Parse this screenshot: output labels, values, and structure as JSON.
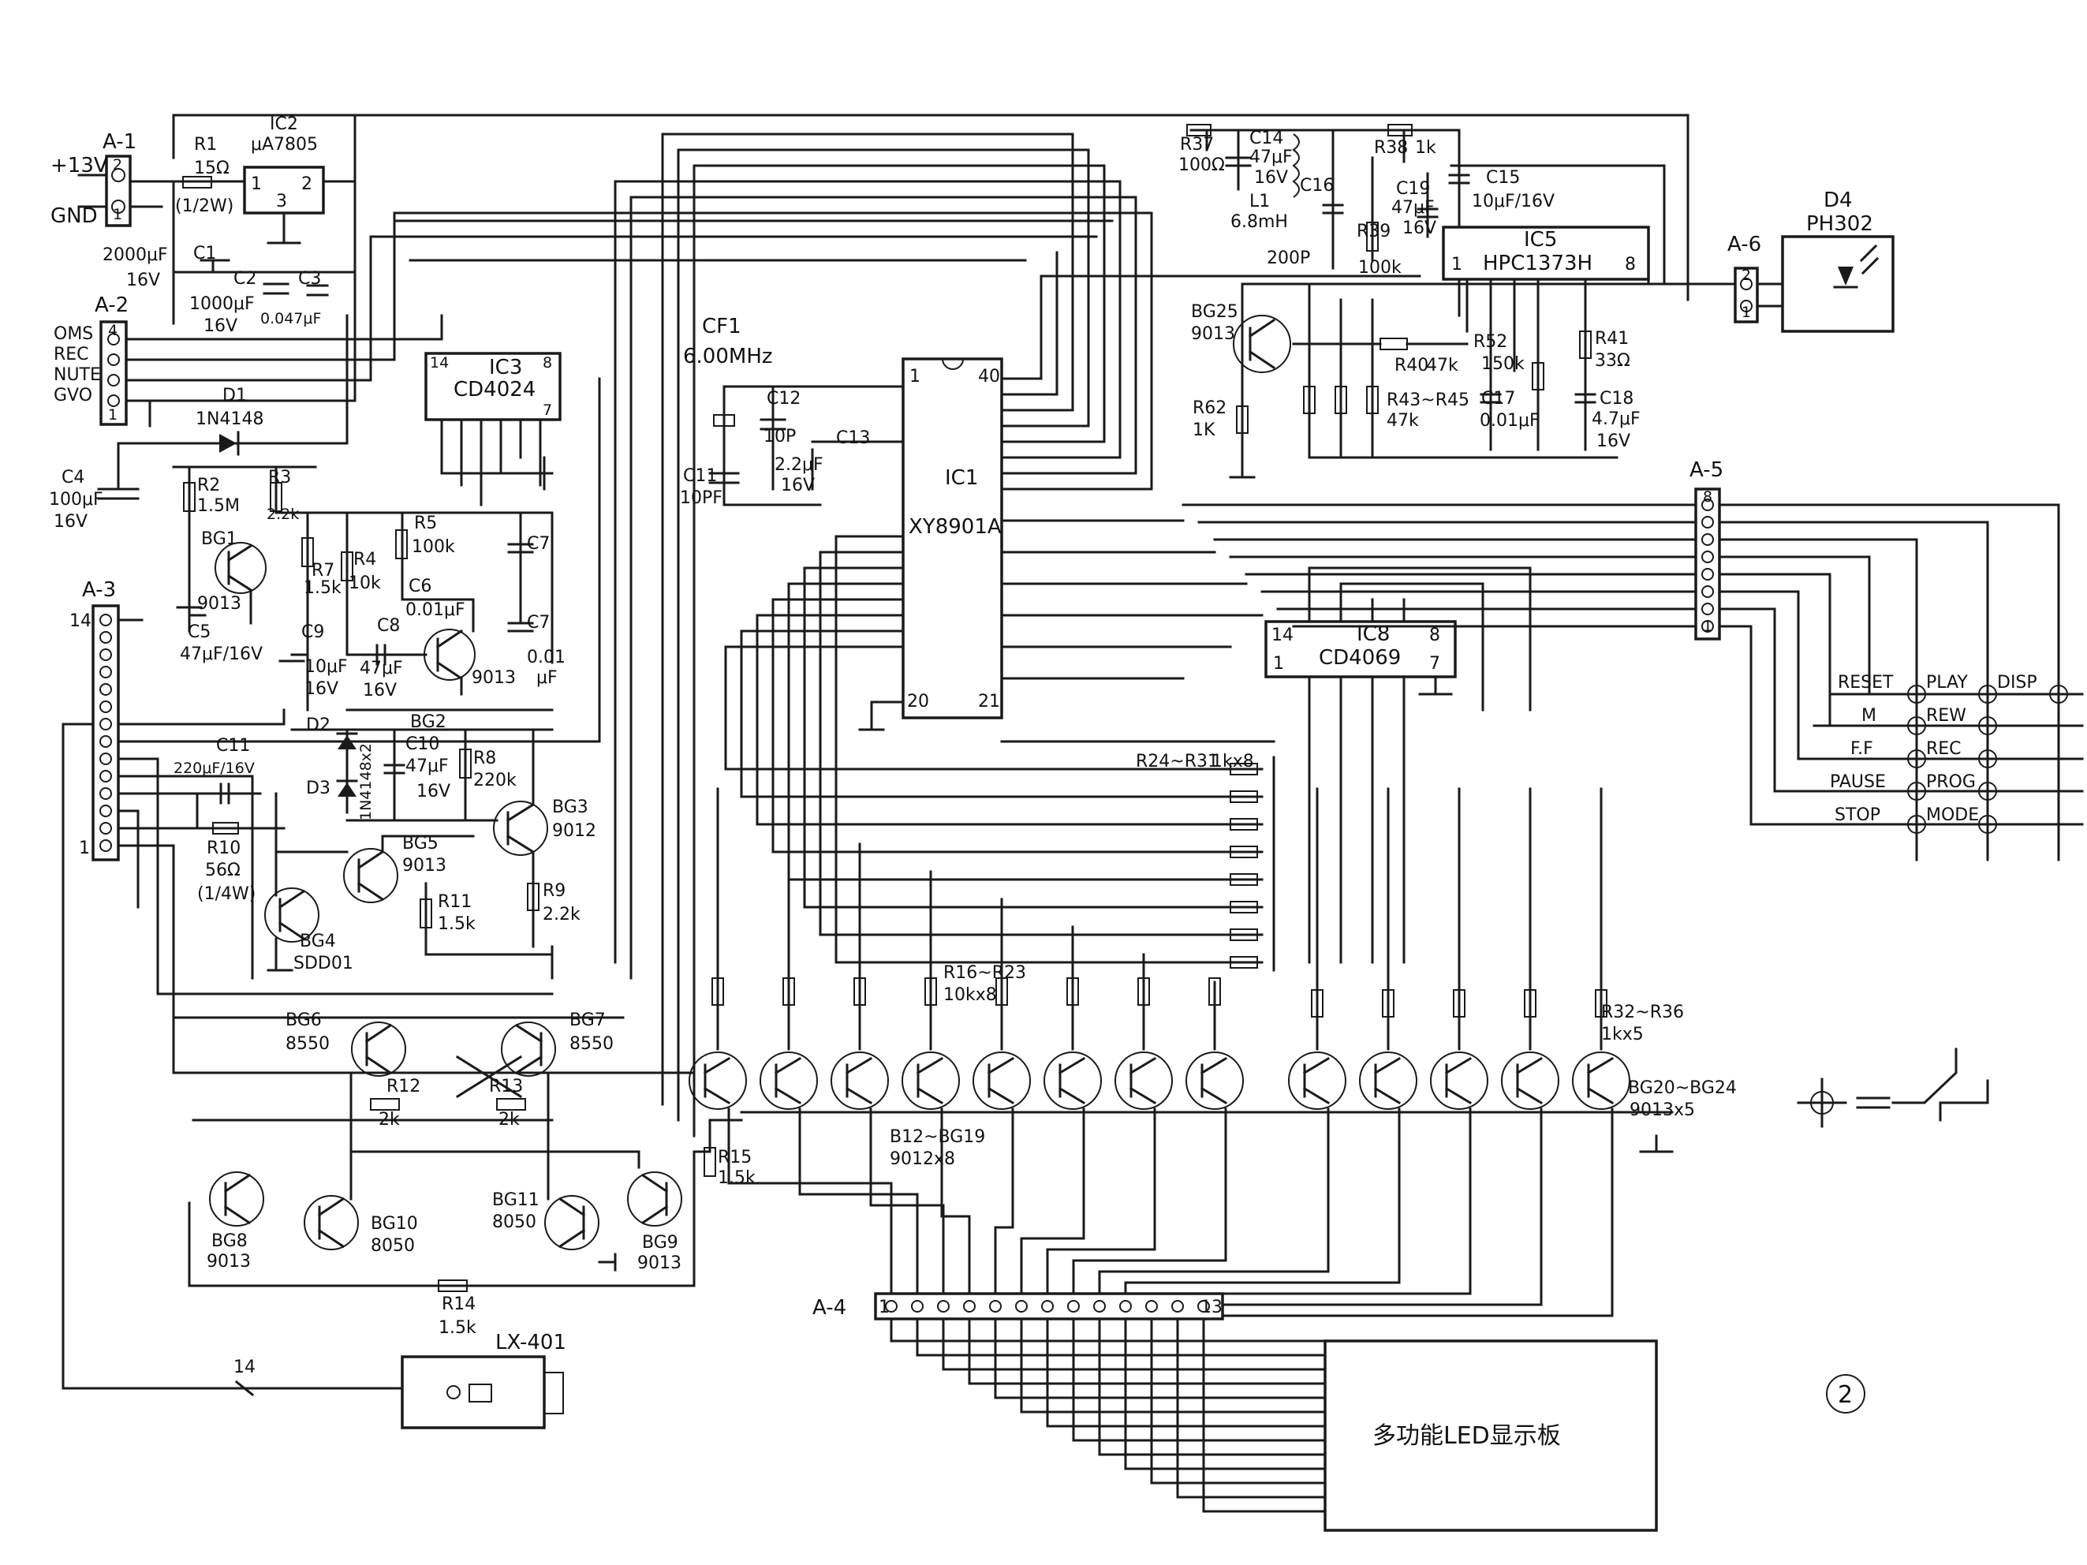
{
  "connectors": {
    "a1": {
      "name": "A-1",
      "pins": [
        "2",
        "1"
      ],
      "labels": [
        "+13V",
        "GND"
      ]
    },
    "a2": {
      "name": "A-2",
      "pins": [
        "4",
        "1"
      ],
      "labels": [
        "OMS",
        "REC",
        "NUTE",
        "GVO"
      ]
    },
    "a3": {
      "name": "A-3",
      "pins": [
        "14",
        "1"
      ]
    },
    "a4": {
      "name": "A-4",
      "pins": [
        "1",
        "13"
      ]
    },
    "a5": {
      "name": "A-5",
      "pins": [
        "8",
        "1"
      ]
    },
    "a6": {
      "name": "A-6",
      "pins": [
        "2",
        "1"
      ]
    }
  },
  "ics": {
    "ic1": {
      "ref": "IC1",
      "part": "XY8901A",
      "pin_tl": "1",
      "pin_tr": "40",
      "pin_bl": "20",
      "pin_br": "21"
    },
    "ic2": {
      "ref": "IC2",
      "part": "μA7805",
      "pin_l": "1",
      "pin_r": "2",
      "pin_b": "3"
    },
    "ic3": {
      "ref": "IC3",
      "part": "CD4024",
      "pin_tl": "14",
      "pin_tr": "8",
      "pin_br": "7"
    },
    "ic5": {
      "ref": "IC5",
      "part": "HPC1373H",
      "pin_l": "1",
      "pin_r": "8"
    },
    "ic8": {
      "ref": "IC8",
      "part": "CD4069",
      "pin_tl": "14",
      "pin_bl": "1",
      "pin_tr": "8",
      "pin_br": "7"
    }
  },
  "components": {
    "r1": {
      "ref": "R1",
      "value": "15Ω",
      "note": "(1/2W)"
    },
    "c1": {
      "ref": "C1",
      "value": "2000μF",
      "rating": "16V"
    },
    "c2": {
      "ref": "C2",
      "value": "1000μF",
      "rating": "16V"
    },
    "c3": {
      "ref": "C3",
      "value": "0.047μF"
    },
    "d1": {
      "ref": "D1",
      "value": "1N4148"
    },
    "c4": {
      "ref": "C4",
      "value": "100μF",
      "rating": "16V"
    },
    "r2": {
      "ref": "R2",
      "value": "1.5M"
    },
    "r3": {
      "ref": "R3",
      "value": "2.2k"
    },
    "bg1": {
      "ref": "BG1",
      "value": "9013"
    },
    "c5": {
      "ref": "C5",
      "value": "47μF/16V"
    },
    "r7": {
      "ref": "R7",
      "value": "1.5k"
    },
    "r4": {
      "ref": "R4",
      "value": "10k"
    },
    "r5": {
      "ref": "R5",
      "value": "100k"
    },
    "c6": {
      "ref": "C6",
      "value": "0.01μF"
    },
    "c7": {
      "ref": "C7"
    },
    "c7b": {
      "ref": "C7",
      "value": "0.01",
      "unit": "μF"
    },
    "c9": {
      "ref": "C9",
      "value": "10μF",
      "rating": "16V"
    },
    "c8": {
      "ref": "C8",
      "value": "47μF",
      "rating": "16V"
    },
    "bg2": {
      "ref": "BG2",
      "value": "9013"
    },
    "d2": {
      "ref": "D2"
    },
    "d3": {
      "ref": "D3"
    },
    "d23": {
      "value": "1N4148x2"
    },
    "c10": {
      "ref": "C10",
      "value": "47μF",
      "rating": "16V"
    },
    "r8": {
      "ref": "R8",
      "value": "220k"
    },
    "bg3": {
      "ref": "BG3",
      "value": "9012"
    },
    "c11": {
      "ref": "C11",
      "value": "220μF/16V"
    },
    "r10": {
      "ref": "R10",
      "value": "56Ω",
      "note": "(1/4W)"
    },
    "bg5": {
      "ref": "BG5",
      "value": "9013"
    },
    "bg4": {
      "ref": "BG4",
      "value": "SDD01"
    },
    "r11": {
      "ref": "R11",
      "value": "1.5k"
    },
    "r9": {
      "ref": "R9",
      "value": "2.2k"
    },
    "bg6": {
      "ref": "BG6",
      "value": "8550"
    },
    "bg7": {
      "ref": "BG7",
      "value": "8550"
    },
    "r12": {
      "ref": "R12",
      "value": "2k"
    },
    "r13": {
      "ref": "R13",
      "value": "2k"
    },
    "bg8": {
      "ref": "BG8",
      "value": "9013"
    },
    "bg10": {
      "ref": "BG10",
      "value": "8050"
    },
    "bg11": {
      "ref": "BG11",
      "value": "8050"
    },
    "bg9": {
      "ref": "BG9",
      "value": "9013"
    },
    "r14": {
      "ref": "R14",
      "value": "1.5k"
    },
    "r15": {
      "ref": "R15",
      "value": "1.5k"
    },
    "cf1": {
      "ref": "CF1",
      "value": "6.00MHz"
    },
    "c12": {
      "ref": "C12",
      "value": "10P"
    },
    "c11b": {
      "ref": "C11",
      "value": "10PF"
    },
    "c13": {
      "ref": "C13",
      "value": "2.2μF",
      "rating": "16V"
    },
    "r37": {
      "ref": "R37",
      "value": "100Ω"
    },
    "c14": {
      "ref": "C14",
      "value": "47μF",
      "rating": "16V"
    },
    "l1": {
      "ref": "L1",
      "value": "6.8mH"
    },
    "c16": {
      "ref": "C16",
      "value": "200P"
    },
    "r38": {
      "ref": "R38",
      "value": "1k"
    },
    "c15": {
      "ref": "C15",
      "value": "10μF/16V"
    },
    "c19": {
      "ref": "C19",
      "value": "47μF",
      "rating": "16V"
    },
    "r39": {
      "ref": "R39",
      "value": "100k"
    },
    "bg25": {
      "ref": "BG25",
      "value": "9013"
    },
    "r40": {
      "ref": "R40",
      "value": "47k"
    },
    "r52": {
      "ref": "R52",
      "value": "150k"
    },
    "r41": {
      "ref": "R41",
      "value": "33Ω"
    },
    "r62": {
      "ref": "R62",
      "value": "1K"
    },
    "r43": {
      "ref": "R43~R45",
      "value": "47k"
    },
    "c17": {
      "ref": "C17",
      "value": "0.01μF"
    },
    "c18": {
      "ref": "C18",
      "value": "4.7μF",
      "rating": "16V"
    },
    "d4": {
      "ref": "D4",
      "value": "PH302"
    },
    "r24": {
      "ref": "R24~R31",
      "value": "1kx8"
    },
    "r16": {
      "ref": "R16~R23",
      "value": "10kx8"
    },
    "bg12": {
      "ref": "B12~BG19",
      "value": "9012x8"
    },
    "r32": {
      "ref": "R32~R36",
      "value": "1kx5"
    },
    "bg20": {
      "ref": "BG20~BG24",
      "value": "9013x5"
    },
    "lx401": {
      "ref": "LX-401"
    },
    "bus14": {
      "value": "14"
    }
  },
  "keys": [
    "RESET",
    "PLAY",
    "DISP",
    "M",
    "REW",
    "F.F",
    "REC",
    "PAUSE",
    "PROG",
    "STOP",
    "MODE"
  ],
  "display_board": "多功能LED显示板",
  "figure_number": "2"
}
